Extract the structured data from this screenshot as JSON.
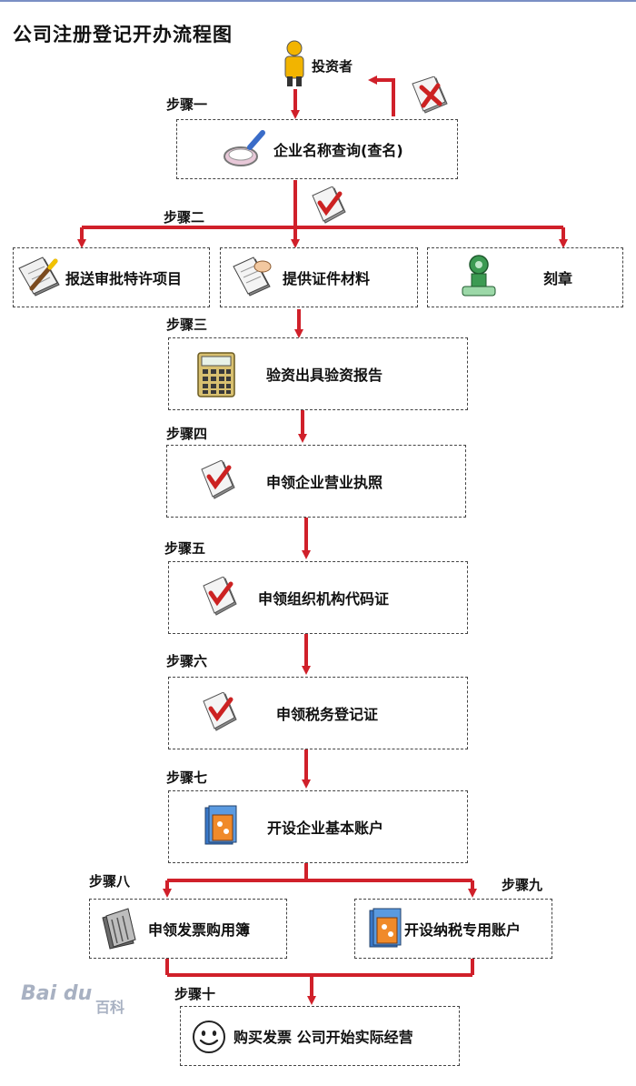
{
  "title": "公司注册登记开办流程图",
  "investor": "投资者",
  "steps": {
    "s1": "步骤一",
    "s2": "步骤二",
    "s3": "步骤三",
    "s4": "步骤四",
    "s5": "步骤五",
    "s6": "步骤六",
    "s7": "步骤七",
    "s8": "步骤八",
    "s9": "步骤九",
    "s10": "步骤十"
  },
  "boxes": {
    "name_check": "企业名称查询(查名)",
    "submit_approval": "报送审批特许项目",
    "provide_materials": "提供证件材料",
    "engrave_seal": "刻章",
    "capital_verify": "验资出具验资报告",
    "business_license": "申领企业营业执照",
    "org_code": "申领组织机构代码证",
    "tax_register": "申领税务登记证",
    "basic_account": "开设企业基本账户",
    "invoice_book": "申领发票购用簿",
    "tax_account": "开设纳税专用账户",
    "start_business": "购买发票 公司开始实际经营"
  },
  "watermark": {
    "latin": "Bai du",
    "cn": "百科"
  },
  "colors": {
    "arrow": "#d0202a",
    "border": "#444444",
    "check": "#cc2222"
  }
}
